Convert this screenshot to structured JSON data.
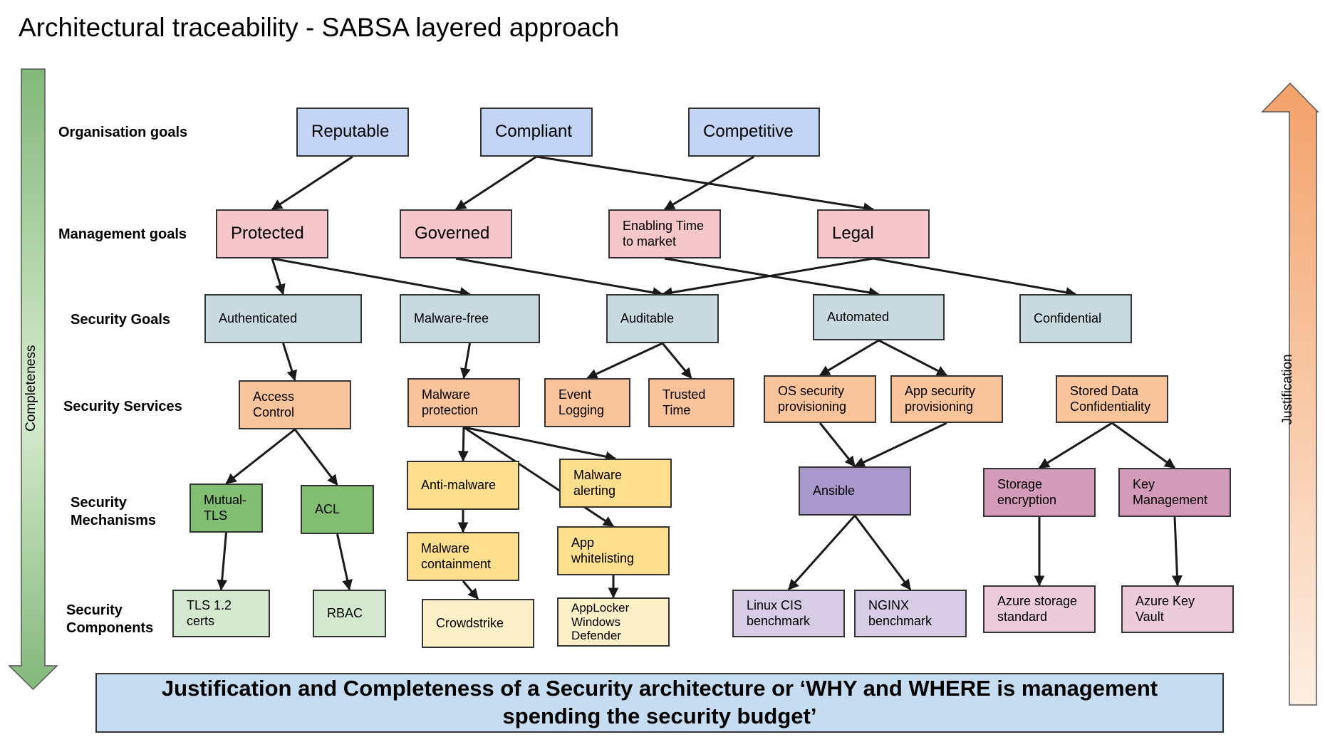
{
  "title": "Architectural traceability - SABSA layered approach",
  "side_labels": {
    "left": "Completeness",
    "right": "Justification"
  },
  "colors": {
    "org": "#c3d4f4",
    "mgmt": "#f5c6ca",
    "secgoal": "#c8d9df",
    "service": "#f9c49c",
    "mech_green": "#82be72",
    "comp_green": "#d4e8d0",
    "mech_yellow": "#fddf8e",
    "comp_yellow": "#fdf0c8",
    "mech_purple": "#a898cc",
    "comp_purple": "#d6cce6",
    "mech_pink": "#d49aba",
    "comp_pink": "#ecccdb",
    "left_arrow_top": "#82b87a",
    "left_arrow_bottom": "#d7eccf",
    "right_arrow_top": "#f3a26a",
    "right_arrow_bottom": "#fdeee2",
    "footer": "#c6dcf0"
  },
  "layers": [
    {
      "id": "org",
      "label": "Organisation goals"
    },
    {
      "id": "mgmt",
      "label": "Management goals"
    },
    {
      "id": "secgoals",
      "label": "Security Goals"
    },
    {
      "id": "services",
      "label": "Security Services"
    },
    {
      "id": "mechanisms",
      "label": "Security\nMechanisms"
    },
    {
      "id": "components",
      "label": "Security\nComponents"
    }
  ],
  "nodes": {
    "reputable": "Reputable",
    "compliant": "Compliant",
    "competitive": "Competitive",
    "protected": "Protected",
    "governed": "Governed",
    "enabling": "Enabling Time\nto market",
    "legal": "Legal",
    "authenticated": "Authenticated",
    "malwarefree": "Malware-free",
    "auditable": "Auditable",
    "automated": "Automated",
    "confidential": "Confidential",
    "accesscontrol": "Access\nControl",
    "malwareprot": "Malware\nprotection",
    "eventlog": "Event\nLogging",
    "trustedtime": "Trusted\nTime",
    "osprov": "OS security\nprovisioning",
    "appprov": "App security\nprovisioning",
    "storedconf": "Stored Data\nConfidentiality",
    "mtls": "Mutual-\nTLS",
    "acl": "ACL",
    "antimalware": "Anti-malware",
    "malwarealert": "Malware\nalerting",
    "malwarecont": "Malware\ncontainment",
    "appwhite": "App\nwhitelisting",
    "ansible": "Ansible",
    "storageenc": "Storage\nencryption",
    "keymgmt": "Key\nManagement",
    "tls12": "TLS 1.2\ncerts",
    "rbac": "RBAC",
    "crowdstrike": "Crowdstrike",
    "applocker": "AppLocker\nWindows\nDefender",
    "linuxcis": "Linux CIS\nbenchmark",
    "nginx": "NGINX\nbenchmark",
    "azurestorage": "Azure storage\nstandard",
    "azurekv": "Azure Key\nVault"
  },
  "edges": [
    [
      "reputable",
      "protected"
    ],
    [
      "compliant",
      "governed"
    ],
    [
      "compliant",
      "legal"
    ],
    [
      "competitive",
      "enabling"
    ],
    [
      "protected",
      "authenticated"
    ],
    [
      "protected",
      "malwarefree"
    ],
    [
      "governed",
      "auditable"
    ],
    [
      "enabling",
      "automated"
    ],
    [
      "legal",
      "auditable"
    ],
    [
      "legal",
      "confidential"
    ],
    [
      "authenticated",
      "accesscontrol"
    ],
    [
      "malwarefree",
      "malwareprot"
    ],
    [
      "auditable",
      "eventlog"
    ],
    [
      "auditable",
      "trustedtime"
    ],
    [
      "automated",
      "osprov"
    ],
    [
      "automated",
      "appprov"
    ],
    [
      "accesscontrol",
      "mtls"
    ],
    [
      "accesscontrol",
      "acl"
    ],
    [
      "malwareprot",
      "antimalware"
    ],
    [
      "malwareprot",
      "malwarealert"
    ],
    [
      "malwareprot",
      "appwhite"
    ],
    [
      "osprov",
      "ansible"
    ],
    [
      "appprov",
      "ansible"
    ],
    [
      "storedconf",
      "storageenc"
    ],
    [
      "storedconf",
      "keymgmt"
    ],
    [
      "mtls",
      "tls12"
    ],
    [
      "acl",
      "rbac"
    ],
    [
      "antimalware",
      "malwarecont"
    ],
    [
      "malwarecont",
      "crowdstrike"
    ],
    [
      "appwhite",
      "applocker"
    ],
    [
      "ansible",
      "linuxcis"
    ],
    [
      "ansible",
      "nginx"
    ],
    [
      "storageenc",
      "azurestorage"
    ],
    [
      "keymgmt",
      "azurekv"
    ]
  ],
  "footer": {
    "line1": "Justification and Completeness of a Security architecture or ‘WHY and WHERE is management",
    "line2": "spending the security budget’"
  }
}
